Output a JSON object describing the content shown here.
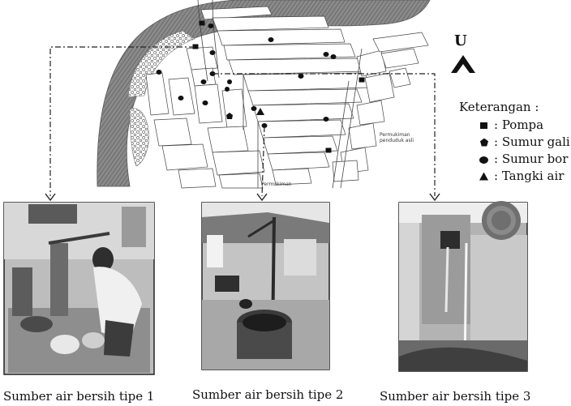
{
  "compass": {
    "north_label": "U"
  },
  "map": {
    "label_east_line1": "Permukiman",
    "label_east_line2": "penduduk asli",
    "label_south": "Permukiman"
  },
  "legend": {
    "title": "Keterangan :",
    "items": [
      {
        "symbol": "square",
        "label": ": Pompa"
      },
      {
        "symbol": "pentagon",
        "label": ": Sumur gali"
      },
      {
        "symbol": "circle",
        "label": ": Sumur bor"
      },
      {
        "symbol": "triangle",
        "label": ": Tangki air"
      }
    ]
  },
  "photos": [
    {
      "caption": "Sumber air bersih tipe 1"
    },
    {
      "caption": "Sumber air bersih tipe 2"
    },
    {
      "caption": "Sumber air bersih tipe 3"
    }
  ]
}
